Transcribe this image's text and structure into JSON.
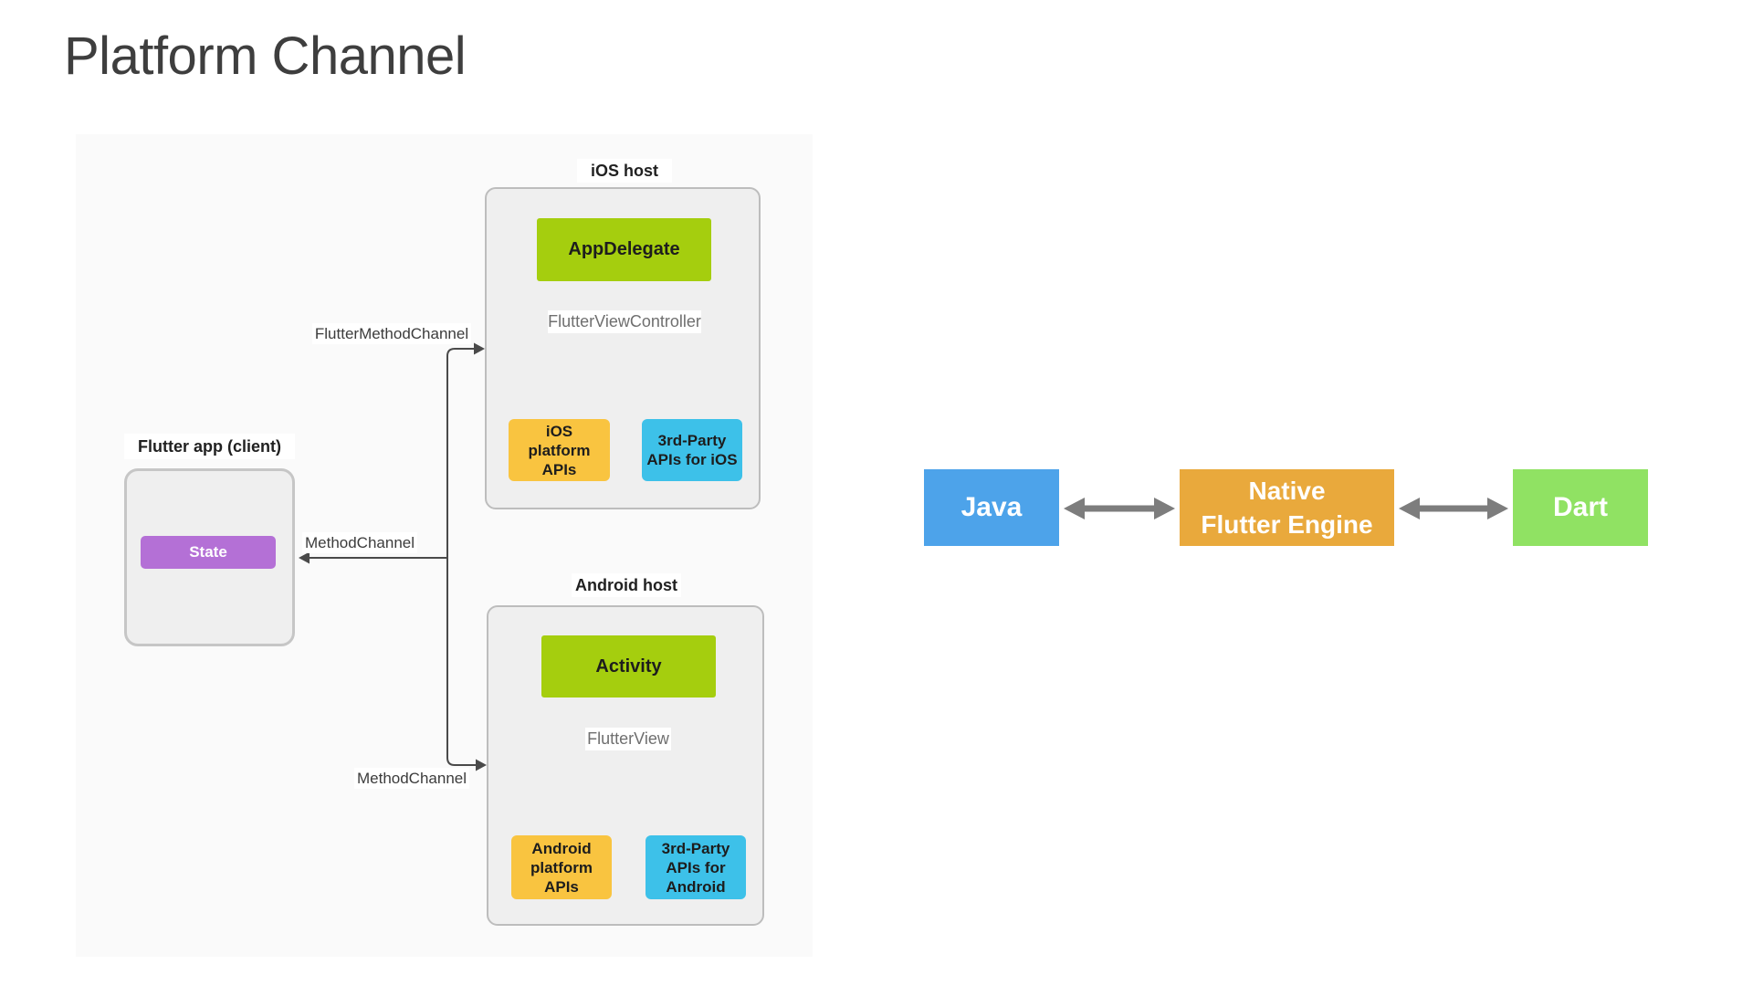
{
  "title": "Platform Channel",
  "colors": {
    "title_text": "#3E3E3E",
    "panel_bg": "#FAFAFA",
    "host_fill": "#EFEFEF",
    "host_border": "#BDBDBD",
    "green": "#A5CE0E",
    "orange": "#F9C440",
    "cyan": "#3DC1E9",
    "purple": "#B470D6",
    "java_blue": "#4DA3EA",
    "engine_amber": "#E9A93C",
    "dart_green": "#90E263",
    "connector_dark": "#4A4A4A",
    "arrow_gray": "#7D7D7D"
  },
  "diagram": {
    "flutter_app": {
      "label": "Flutter app (client)",
      "state_label": "State"
    },
    "ios_host": {
      "label": "iOS host",
      "app_delegate": "AppDelegate",
      "controller_label": "FlutterViewController",
      "platform_apis_lines": [
        "iOS",
        "platform",
        "APIs"
      ],
      "third_party_lines": [
        "3rd-Party",
        "APIs for iOS"
      ]
    },
    "android_host": {
      "label": "Android host",
      "activity": "Activity",
      "view_label": "FlutterView",
      "platform_apis_lines": [
        "Android",
        "platform",
        "APIs"
      ],
      "third_party_lines": [
        "3rd-Party",
        "APIs for",
        "Android"
      ]
    },
    "channels": {
      "flutter_method_channel": "FlutterMethodChannel",
      "method_channel_middle": "MethodChannel",
      "method_channel_bottom": "MethodChannel"
    }
  },
  "engine_row": {
    "java": "Java",
    "native_engine_lines": [
      "Native",
      "Flutter Engine"
    ],
    "dart": "Dart"
  }
}
